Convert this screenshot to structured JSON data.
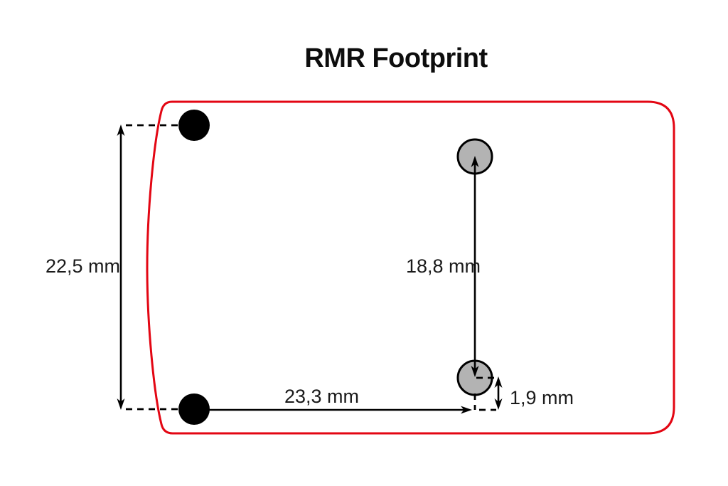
{
  "title": "RMR Footprint",
  "diagram": {
    "type": "mechanical-footprint",
    "dimensions": {
      "pin_spacing_vertical": "22,5 mm",
      "screw_spacing_vertical": "18,8 mm",
      "pin_to_screw_horizontal": "23,3 mm",
      "screw_vertical_offset": "1,9 mm"
    },
    "features": {
      "locating_pins": 2,
      "screw_holes": 2
    },
    "colors": {
      "outline": "#e30613",
      "pin_fill": "#000000",
      "screw_hole_fill": "#b3b3b3",
      "dimension_line": "#000000",
      "background": "#ffffff"
    }
  }
}
